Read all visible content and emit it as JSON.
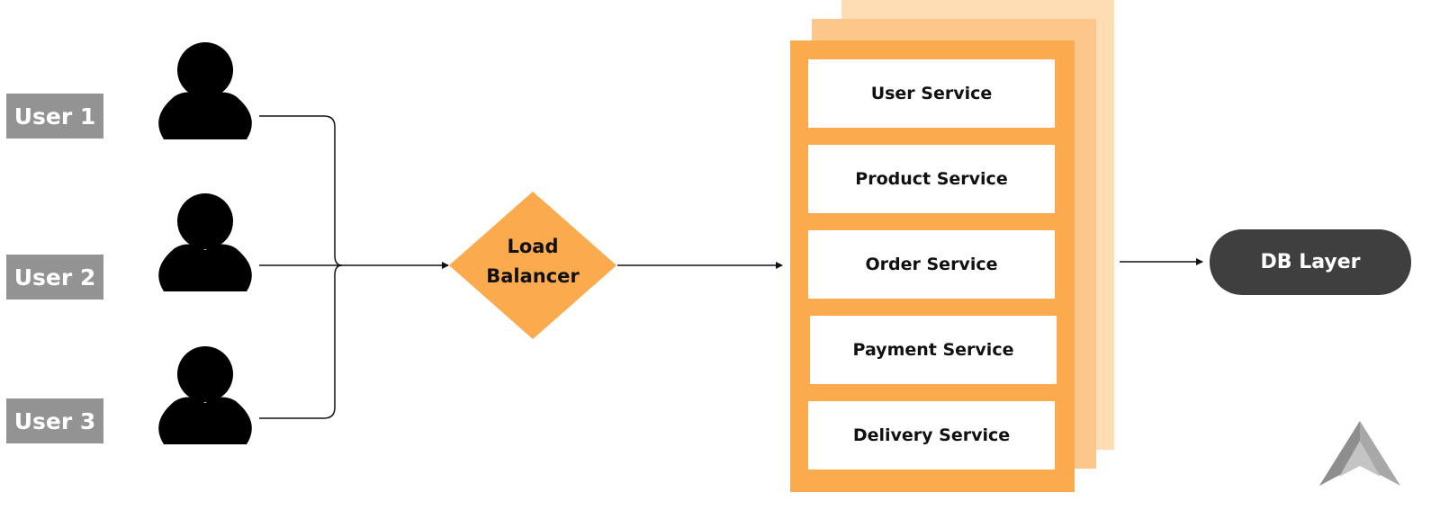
{
  "users": [
    {
      "label": "User 1"
    },
    {
      "label": "User 2"
    },
    {
      "label": "User 3"
    }
  ],
  "load_balancer": {
    "label_line1": "Load",
    "label_line2": "Balancer"
  },
  "services": [
    {
      "label": "User Service"
    },
    {
      "label": "Product Service"
    },
    {
      "label": "Order Service"
    },
    {
      "label": "Payment Service"
    },
    {
      "label": "Delivery Service"
    }
  ],
  "db": {
    "label": "DB Layer"
  },
  "colors": {
    "user_label_bg": "#939393",
    "person_icon": "#000000",
    "accent_orange": "#FBAA4E",
    "stack_mid": "#FDC68B",
    "stack_back": "#FEDDB5",
    "db_bg": "#3F3F3F",
    "line": "#111111",
    "logo_gray": "#9a9a9a"
  },
  "icons": {
    "person": "person-icon",
    "logo": "logo-icon"
  }
}
